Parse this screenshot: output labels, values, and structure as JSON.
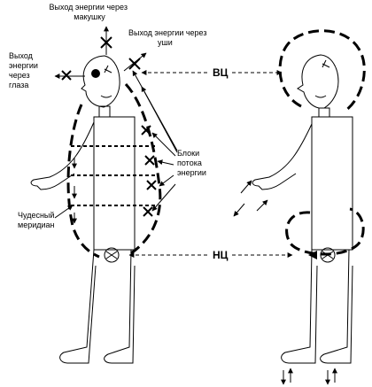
{
  "labels": {
    "crown_exit": "Выход энергии через\nмакушку",
    "ears_exit": "Выход энергии через\nуши",
    "eyes_exit": "Выход\nэнергии\nчерез\nглаза",
    "blocks": "Блоки\nпотока\nэнергии",
    "meridian": "Чудесный\nмеридиан",
    "upper_center": "ВЦ",
    "lower_center": "НЦ"
  }
}
